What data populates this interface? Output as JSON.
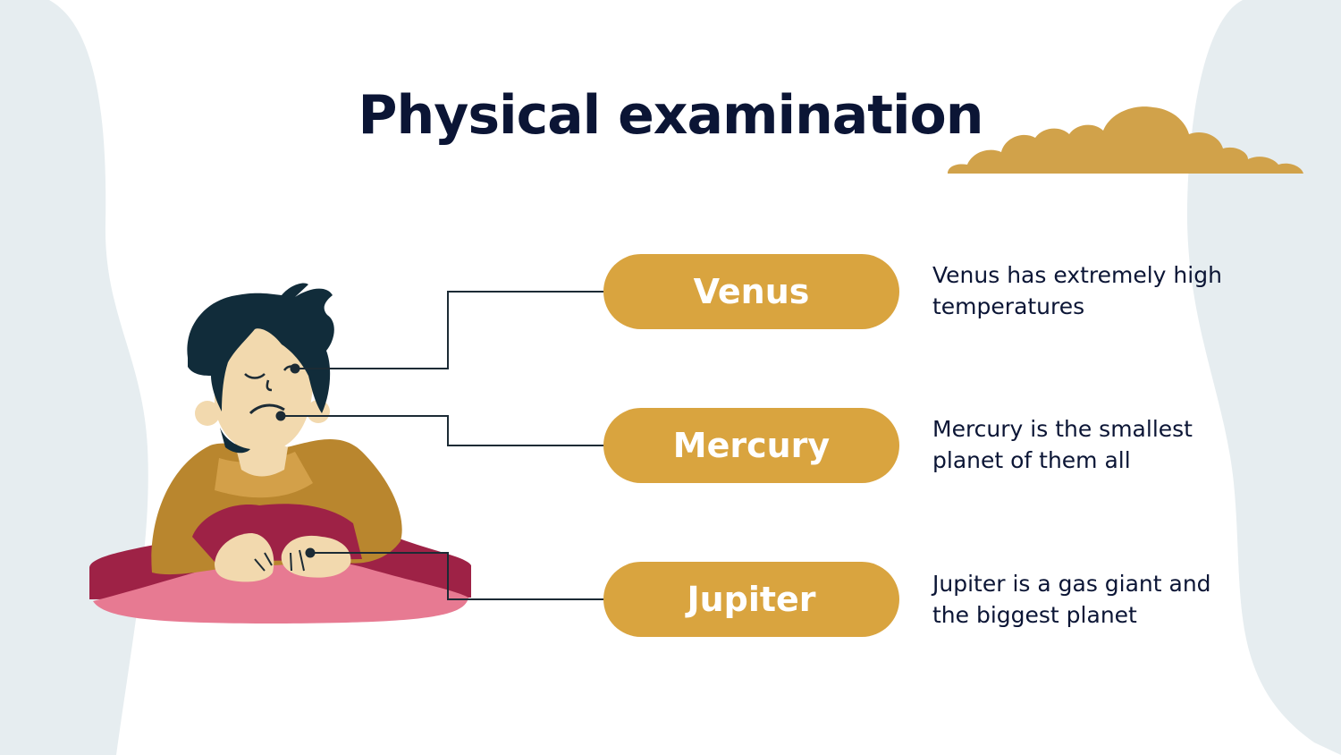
{
  "slide": {
    "title": "Physical examination"
  },
  "colors": {
    "title": "#0b1535",
    "accent": "#d9a43f",
    "cloud": "#d1a24a",
    "backdrop": "#e6edf0",
    "connector": "#1c2b35"
  },
  "items": [
    {
      "label": "Venus",
      "description": "Venus has extremely high temperatures"
    },
    {
      "label": "Mercury",
      "description": "Mercury is the smallest planet of them all"
    },
    {
      "label": "Jupiter",
      "description": "Jupiter is a gas giant and the biggest planet"
    }
  ],
  "illustration": {
    "subject": "person-wrapped-in-blanket",
    "decoration": "cloud"
  }
}
